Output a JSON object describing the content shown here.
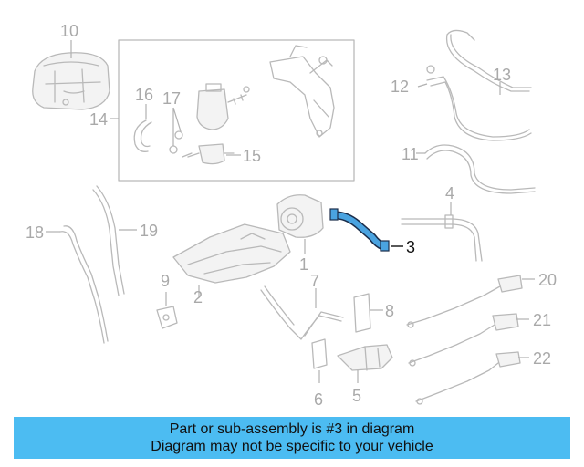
{
  "callouts": {
    "c1": "1",
    "c2": "2",
    "c3": "3",
    "c4": "4",
    "c5": "5",
    "c6": "6",
    "c7": "7",
    "c8": "8",
    "c9": "9",
    "c10": "10",
    "c11": "11",
    "c12": "12",
    "c13": "13",
    "c14": "14",
    "c15": "15",
    "c16": "16",
    "c17": "17",
    "c18": "18",
    "c19": "19",
    "c20": "20",
    "c21": "21",
    "c22": "22"
  },
  "highlighted_part": "3",
  "colors": {
    "highlight": "#4aa3e0",
    "banner": "#4cbcf2",
    "part_gray": "#b9b9b9"
  },
  "banner": {
    "line1": "Part or sub-assembly is #3 in diagram",
    "line2": "Diagram may not be specific to your vehicle"
  }
}
